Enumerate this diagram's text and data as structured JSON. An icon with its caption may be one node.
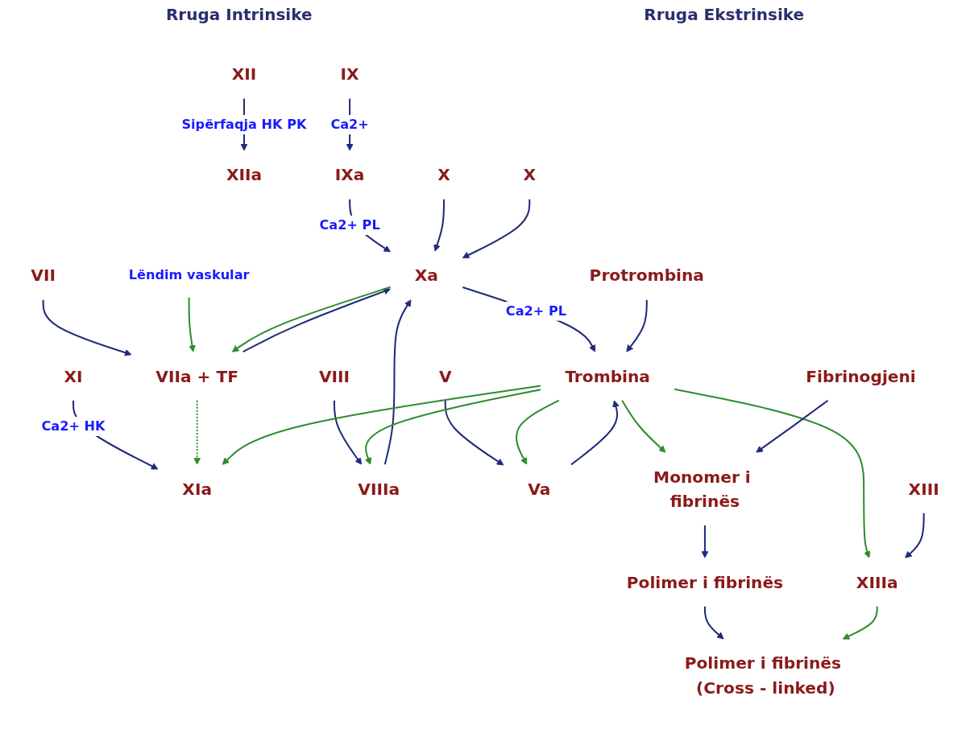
{
  "diagram": {
    "nodes": [
      {
        "text": [
          "XII"
        ]
      },
      {
        "text": [
          "XIIa"
        ]
      },
      {
        "text": [
          "XI"
        ]
      },
      {
        "text": [
          "XIa"
        ]
      },
      {
        "text": [
          "IX"
        ]
      },
      {
        "text": [
          "IXa"
        ]
      },
      {
        "text": [
          "VIII"
        ]
      },
      {
        "text": [
          "VIIIa"
        ]
      },
      {
        "text": [
          "X"
        ]
      },
      {
        "text": [
          "Xa"
        ]
      },
      {
        "text": [
          "VII"
        ]
      },
      {
        "text": [
          "VIIa + TF"
        ]
      },
      {
        "text": [
          "Lëndim vaskular"
        ]
      },
      {
        "text": [
          "X"
        ]
      },
      {
        "text": [
          "V"
        ]
      },
      {
        "text": [
          "Va"
        ]
      },
      {
        "text": [
          "Protrombina"
        ]
      },
      {
        "text": [
          "Trombina"
        ]
      },
      {
        "text": [
          "XIII"
        ]
      },
      {
        "text": [
          "XIIIa"
        ]
      },
      {
        "text": [
          "Fibrinogjeni"
        ]
      },
      {
        "text": [
          "Monomer i fibrinës"
        ]
      },
      {
        "text": [
          "Polimer i fibrinës"
        ]
      },
      {
        "text": [
          "Polimer i fibrinës (Cross - linked)"
        ]
      }
    ],
    "edges": [
      {
        "from": 0,
        "to": 1,
        "arrow": "to",
        "label": "Sipërfaqja HK PK"
      },
      {
        "from": 2,
        "to": 3,
        "arrow": "to",
        "label": "Ca2+ HK"
      },
      {
        "from": 4,
        "to": 5,
        "arrow": "to",
        "label": "Ca2+"
      },
      {
        "from": 5,
        "to": 9,
        "arrow": "to",
        "label": "Ca2+ PL"
      },
      {
        "from": 8,
        "to": 9,
        "arrow": "to"
      },
      {
        "from": 6,
        "to": 7,
        "arrow": "to"
      },
      {
        "from": 7,
        "to": 9,
        "arrow": "to"
      },
      {
        "from": 10,
        "to": 11,
        "arrow": "to"
      },
      {
        "from": 11,
        "to": 9,
        "arrow": "to"
      },
      {
        "from": 13,
        "to": 9,
        "arrow": "to"
      },
      {
        "from": 12,
        "to": 11,
        "arrow": "to",
        "color": "#2e8b2e"
      },
      {
        "from": 11,
        "to": 3,
        "arrow": "to",
        "style": "dashed",
        "color": "#2e8b2e"
      },
      {
        "from": 9,
        "to": 11,
        "arrow": "to",
        "color": "#2e8b2e"
      },
      {
        "from": 9,
        "to": 17,
        "arrow": "to",
        "label": "Ca2+ PL"
      },
      {
        "from": 16,
        "to": 17,
        "arrow": "to"
      },
      {
        "from": 14,
        "to": 15,
        "arrow": "to"
      },
      {
        "from": 15,
        "to": 17,
        "arrow": "to"
      },
      {
        "from": 17,
        "to": 3,
        "arrow": "to",
        "color": "#2e8b2e"
      },
      {
        "from": 17,
        "to": 7,
        "arrow": "to",
        "color": "#2e8b2e"
      },
      {
        "from": 17,
        "to": 15,
        "arrow": "to",
        "color": "#2e8b2e"
      },
      {
        "from": 17,
        "to": 21,
        "arrow": "to",
        "color": "#2e8b2e"
      },
      {
        "from": 17,
        "to": 19,
        "arrow": "to",
        "color": "#2e8b2e"
      },
      {
        "from": 18,
        "to": 19,
        "arrow": "to"
      },
      {
        "from": 20,
        "to": 21,
        "arrow": "to"
      },
      {
        "from": 21,
        "to": 22,
        "arrow": "to"
      },
      {
        "from": 22,
        "to": 23,
        "arrow": "to"
      },
      {
        "from": 19,
        "to": 23,
        "arrow": "to",
        "color": "#2e8b2e"
      }
    ],
    "labels": [
      "Rruga Intrinsike",
      "Rruga Ekstrinsike"
    ]
  }
}
